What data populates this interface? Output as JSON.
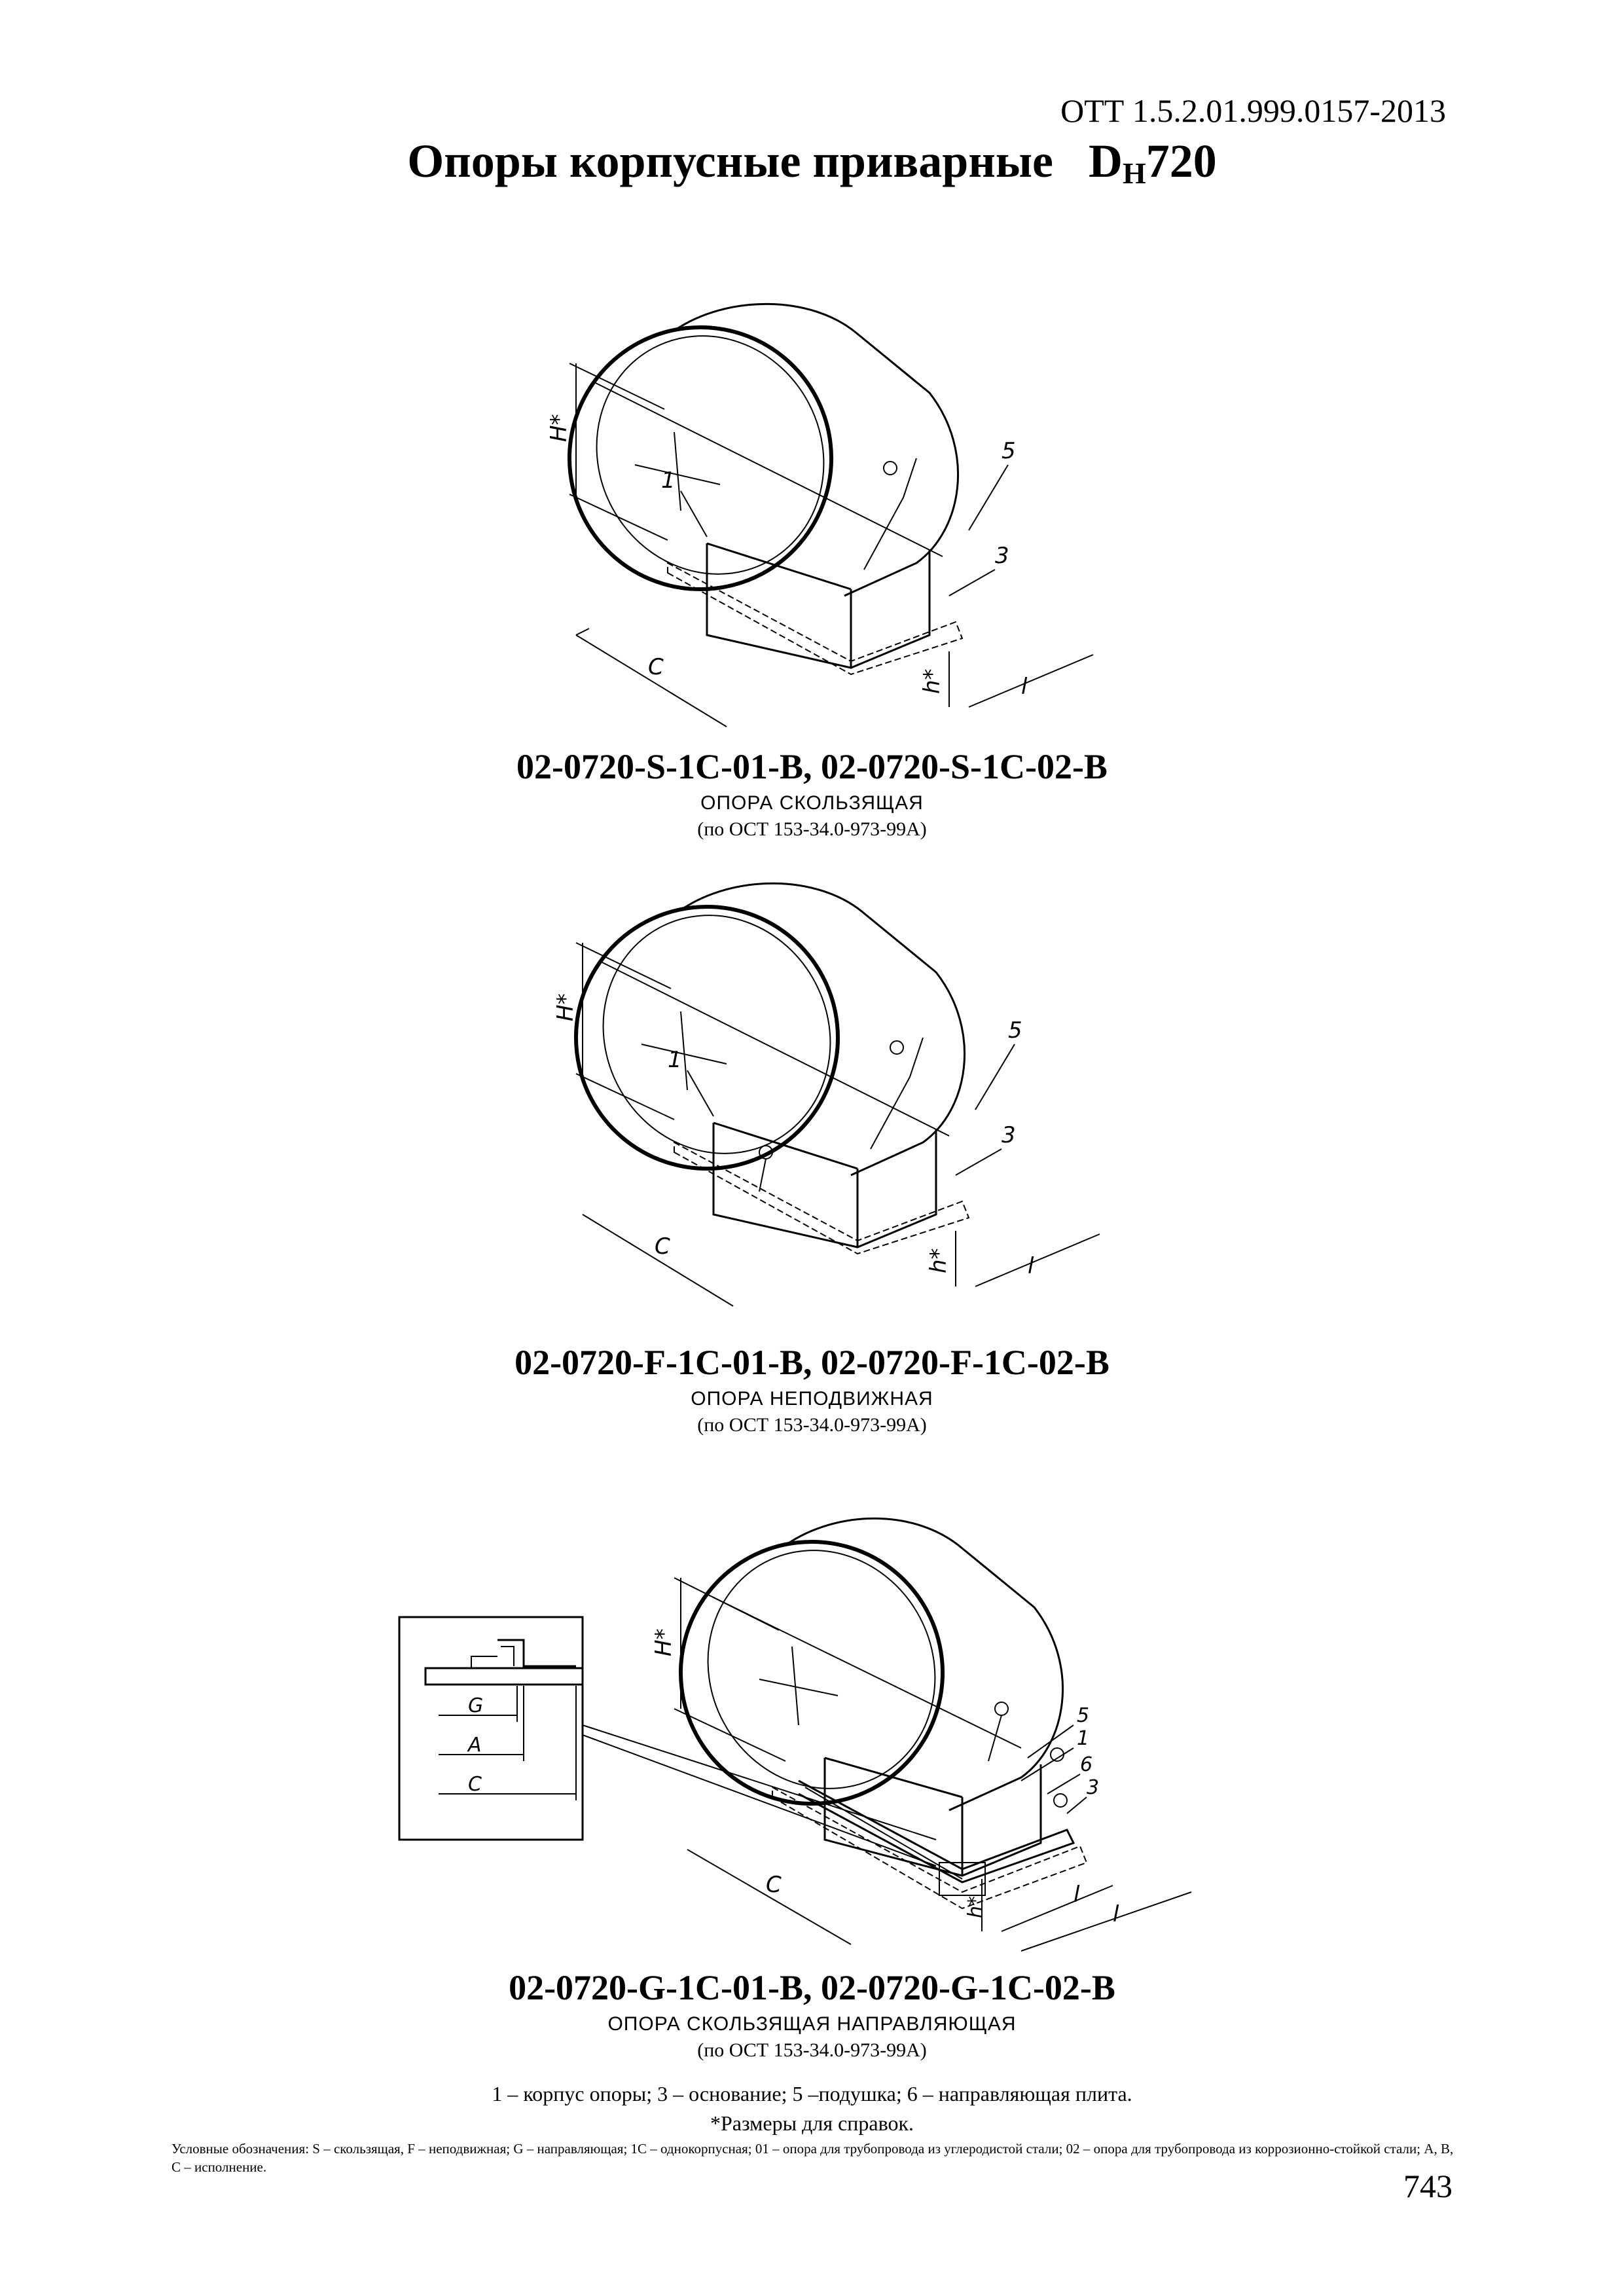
{
  "header": {
    "doc_code": "ОТТ 1.5.2.01.999.0157-2013",
    "title_main": "Опоры корпусные приварные",
    "title_d": "D",
    "title_sub": "H",
    "title_size": "720"
  },
  "figures": [
    {
      "code": "02-0720-S-1C-01-B, 02-0720-S-1C-02-B",
      "name": "ОПОРА СКОЛЬЗЯЩАЯ",
      "reference": "(по ОСТ 153-34.0-973-99А)",
      "labels": {
        "H": "H*",
        "h": "h*",
        "C": "C",
        "L": "l",
        "p1": "1",
        "p3": "3",
        "p5": "5"
      }
    },
    {
      "code": "02-0720-F-1C-01-B, 02-0720-F-1C-02-B",
      "name": "ОПОРА НЕПОДВИЖНАЯ",
      "reference": "(по ОСТ 153-34.0-973-99А)",
      "labels": {
        "H": "H*",
        "h": "h*",
        "C": "C",
        "L": "l",
        "p1": "1",
        "p3": "3",
        "p5": "5"
      }
    },
    {
      "code": "02-0720-G-1C-01-B, 02-0720-G-1C-02-B",
      "name": "ОПОРА СКОЛЬЗЯЩАЯ НАПРАВЛЯЮЩАЯ",
      "reference": "(по ОСТ 153-34.0-973-99А)",
      "labels": {
        "H": "H*",
        "h": "h*",
        "C": "C",
        "L1": "l",
        "L2": "l",
        "p1": "1",
        "p3": "3",
        "p5": "5",
        "p6": "6",
        "G": "G",
        "A": "A",
        "C2": "C"
      }
    }
  ],
  "legend": {
    "parts": "1 – корпус опоры; 3 – основание; 5 –подушка; 6 – направляющая плита.",
    "note": "*Размеры для справок."
  },
  "footnote": "Условные обозначения: S – скользящая, F – неподвижная; G – направляющая; 1С – однокорпусная; 01 – опора для трубопровода из углеродистой стали; 02 – опора для трубопровода из коррозионно-стойкой стали; А, В, С – исполнение.",
  "page_number": "743"
}
